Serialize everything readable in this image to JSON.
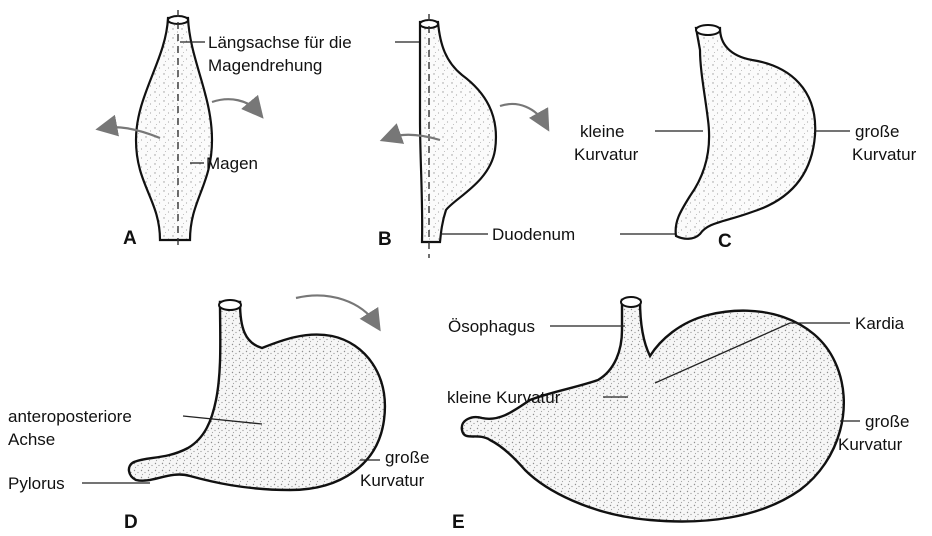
{
  "panels": [
    {
      "letter": "A"
    },
    {
      "letter": "B"
    },
    {
      "letter": "C"
    },
    {
      "letter": "D"
    },
    {
      "letter": "E"
    }
  ],
  "labels": {
    "axis_line1": "Längsachse für die",
    "axis_line2": "Magendrehung",
    "magen": "Magen",
    "duodenum": "Duodenum",
    "kleine_kurvatur_c_line1": "kleine",
    "kleine_kurvatur_c_line2": "Kurvatur",
    "grosse_kurvatur_c_line1": "große",
    "grosse_kurvatur_c_line2": "Kurvatur",
    "anteroposteriore_line1": "anteroposteriore",
    "anteroposteriore_line2": "Achse",
    "pylorus": "Pylorus",
    "grosse_kurvatur_d_line1": "große",
    "grosse_kurvatur_d_line2": "Kurvatur",
    "oesophagus": "Ösophagus",
    "kardia": "Kardia",
    "kleine_kurvatur_e": "kleine Kurvatur",
    "grosse_kurvatur_e_line1": "große",
    "grosse_kurvatur_e_line2": "Kurvatur"
  },
  "colors": {
    "outline": "#111111",
    "arrow": "#777777",
    "stipple": "#9a9a9a"
  }
}
